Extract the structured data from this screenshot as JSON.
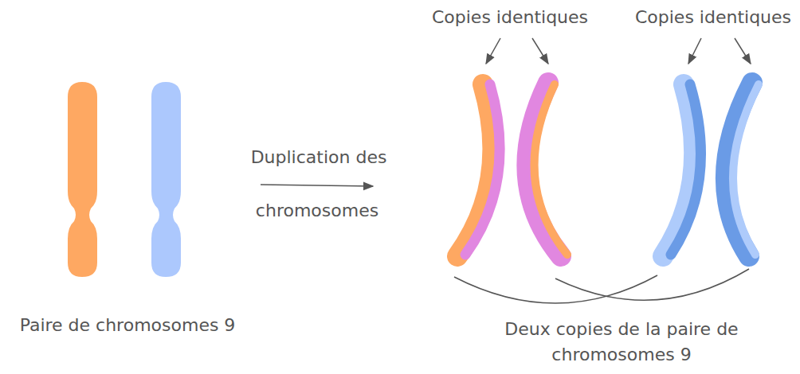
{
  "diagram": {
    "labels": [
      "Copies identiques",
      "Copies identiques",
      "Paire de chromosomes 9",
      "Duplication des",
      "chromosomes",
      "Deux copies de la paire de chromosomes 9"
    ]
  }
}
